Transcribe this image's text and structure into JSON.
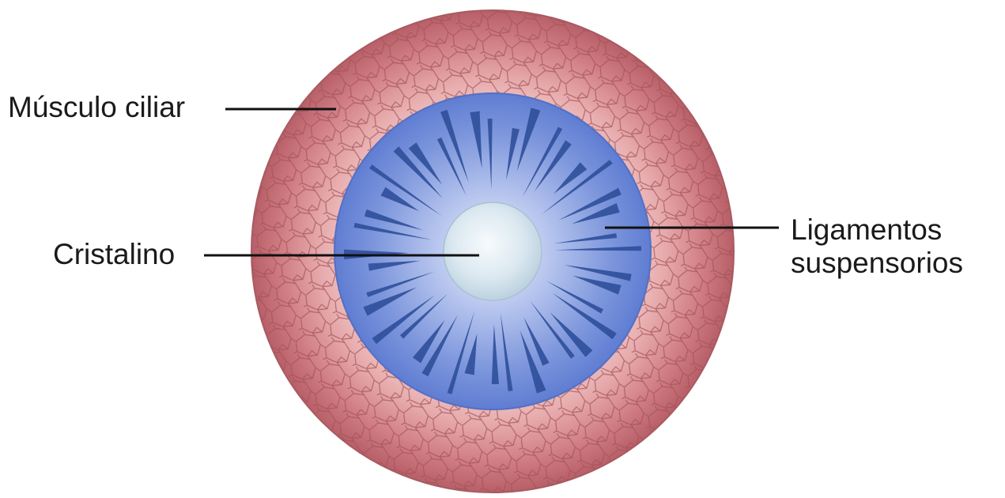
{
  "labels": {
    "ciliary_muscle": "Músculo ciliar",
    "lens": "Cristalino",
    "suspensory_ligaments_line1": "Ligamentos",
    "suspensory_ligaments_line2": "suspensorios"
  },
  "colors": {
    "muscle_outer": "#c9717a",
    "muscle_inner": "#f0c4c4",
    "muscle_cell_lines": "#9c4a4f",
    "ligament_zone": "#6a86d6",
    "ligament_zone_inner": "#c6d1f2",
    "ligament_fibers": "#2f4f9a",
    "lens_center": "#f2f7fb",
    "lens_edge": "#c8dce8",
    "leader_lines": "#111111",
    "text": "#1a1a1a"
  }
}
